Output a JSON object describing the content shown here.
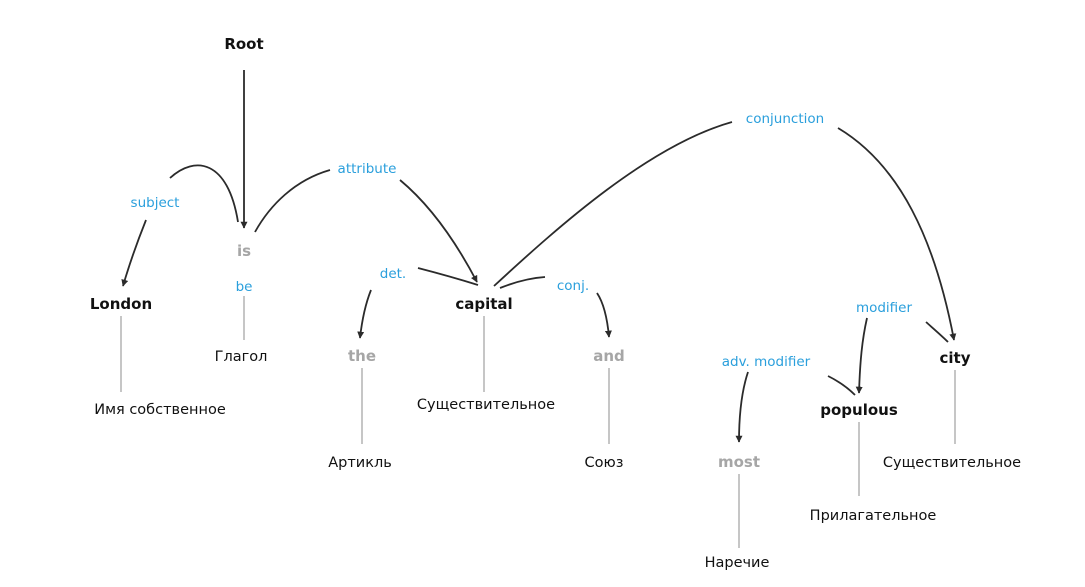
{
  "root": "Root",
  "words": {
    "is": "is",
    "london": "London",
    "capital": "capital",
    "the": "the",
    "and": "and",
    "city": "city",
    "populous": "populous",
    "most": "most"
  },
  "lemmas": {
    "is": "be"
  },
  "relations": {
    "subject": "subject",
    "attribute": "attribute",
    "conjunction": "conjunction",
    "det": "det.",
    "conj": "conj.",
    "modifier": "modifier",
    "adv_modifier": "adv. modifier"
  },
  "pos_tags": {
    "london": "Имя собственное",
    "is": "Глагол",
    "the": "Артикль",
    "capital": "Существительное",
    "and": "Союз",
    "most": "Наречие",
    "populous": "Прилагательное",
    "city": "Существительное"
  }
}
